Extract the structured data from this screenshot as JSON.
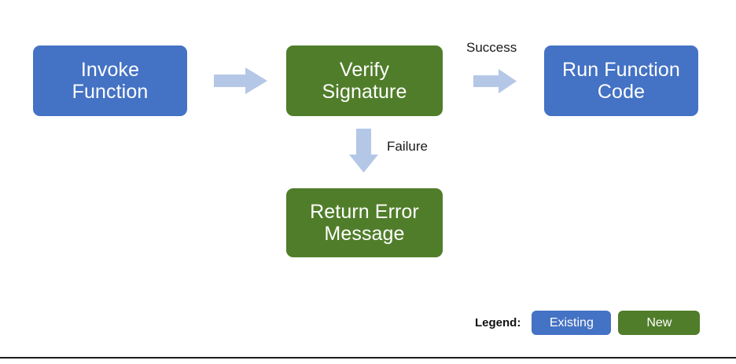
{
  "diagram": {
    "background_color": "#ffffff",
    "colors": {
      "existing_blue": "#4472C4",
      "new_green": "#507D2A",
      "arrow": "#B4C7E7",
      "text_dark": "#1a1a1a",
      "rule": "#1c1c1c"
    },
    "nodes": [
      {
        "id": "invoke-function",
        "label": "Invoke\nFunction",
        "category": "Existing",
        "color": "#4472C4"
      },
      {
        "id": "verify-signature",
        "label": "Verify\nSignature",
        "category": "New",
        "color": "#507D2A"
      },
      {
        "id": "run-function-code",
        "label": "Run Function\nCode",
        "category": "Existing",
        "color": "#4472C4"
      },
      {
        "id": "return-error-message",
        "label": "Return Error\nMessage",
        "category": "New",
        "color": "#507D2A"
      }
    ],
    "edges": [
      {
        "id": "invoke-to-verify",
        "from": "invoke-function",
        "to": "run-function-code",
        "label": "",
        "direction": "right"
      },
      {
        "id": "verify-to-run",
        "from": "verify-signature",
        "to": "run-function-code",
        "label": "Success",
        "direction": "right"
      },
      {
        "id": "verify-to-error",
        "from": "verify-signature",
        "to": "return-error-message",
        "label": "Failure",
        "direction": "down"
      }
    ]
  },
  "legend": {
    "title": "Legend:",
    "items": [
      {
        "label": "Existing",
        "color": "#4472C4"
      },
      {
        "label": "New",
        "color": "#507D2A"
      }
    ]
  }
}
